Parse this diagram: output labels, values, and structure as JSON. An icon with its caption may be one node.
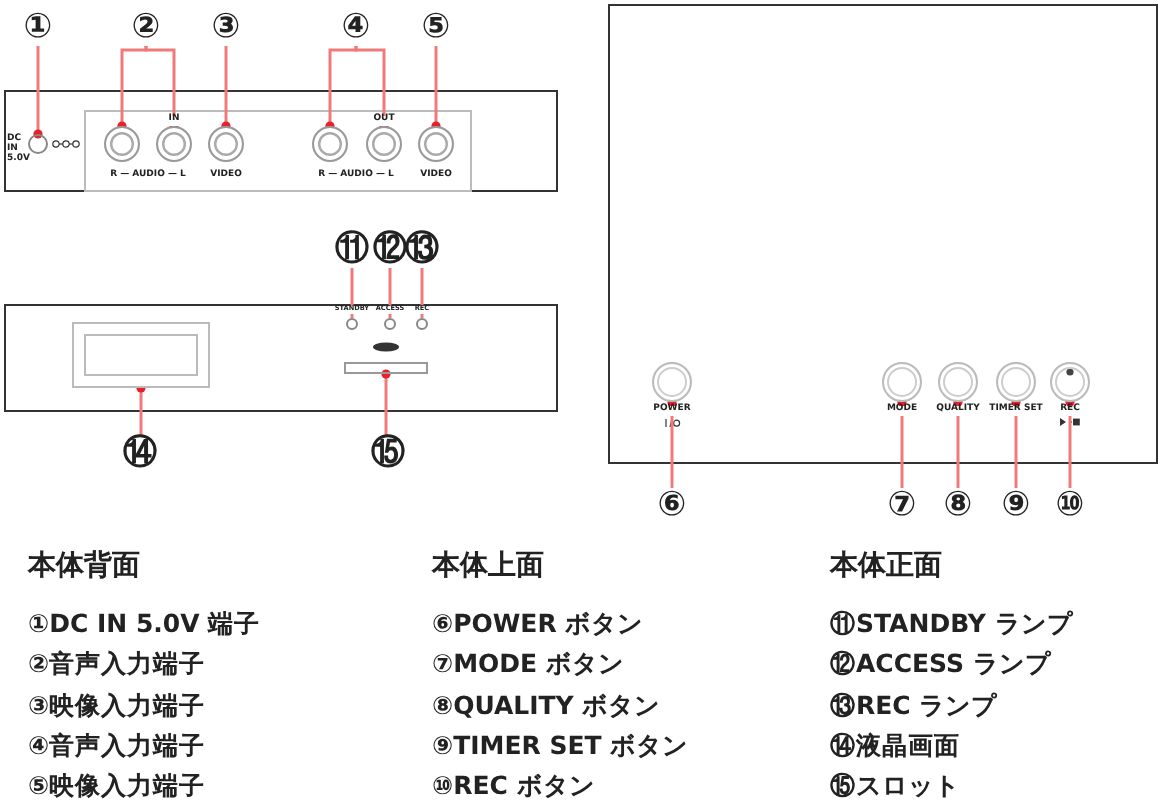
{
  "diagram": {
    "nodes": [
      {
        "text": [
          "①"
        ]
      },
      {
        "text": [
          "②"
        ]
      },
      {
        "text": [
          "③"
        ]
      },
      {
        "text": [
          "④"
        ]
      },
      {
        "text": [
          "⑤"
        ]
      },
      {
        "text": [
          "⑥"
        ]
      },
      {
        "text": [
          "⑦"
        ]
      },
      {
        "text": [
          "⑧"
        ]
      },
      {
        "text": [
          "⑨"
        ]
      },
      {
        "text": [
          "⑩"
        ]
      },
      {
        "text": [
          "⑪"
        ]
      },
      {
        "text": [
          "⑫"
        ]
      },
      {
        "text": [
          "⑬"
        ]
      },
      {
        "text": [
          "⑭"
        ]
      },
      {
        "text": [
          "⑮"
        ]
      },
      {
        "text": [],
        "shape": "circle"
      },
      {
        "text": [],
        "shape": "circle"
      },
      {
        "text": [],
        "shape": "circle"
      },
      {
        "text": [],
        "shape": "circle"
      },
      {
        "text": [],
        "shape": "circle"
      },
      {
        "text": [],
        "shape": "circle"
      },
      {
        "text": [],
        "shape": "circle"
      },
      {
        "text": [],
        "shape": "circle"
      },
      {
        "text": [],
        "shape": "circle"
      },
      {
        "text": [],
        "shape": "circle"
      },
      {
        "text": [],
        "shape": "circle"
      },
      {
        "text": [],
        "shape": "circle"
      },
      {
        "text": [],
        "shape": "circle"
      },
      {
        "text": [],
        "shape": "circle"
      },
      {
        "text": [],
        "shape": "circle"
      },
      {
        "text": [],
        "shape": "box"
      },
      {
        "text": [],
        "shape": "bar"
      }
    ],
    "edges": [
      {
        "from": 0,
        "to": 15,
        "arrow": "other"
      },
      {
        "from": 1,
        "to": 16,
        "arrow": "other"
      },
      {
        "from": 1,
        "to": 17,
        "arrow": "other"
      },
      {
        "from": 2,
        "to": 18,
        "arrow": "other"
      },
      {
        "from": 3,
        "to": 19,
        "arrow": "other"
      },
      {
        "from": 3,
        "to": 20,
        "arrow": "other"
      },
      {
        "from": 4,
        "to": 21,
        "arrow": "other"
      },
      {
        "from": 5,
        "to": 22,
        "arrow": "other"
      },
      {
        "from": 6,
        "to": 23,
        "arrow": "other"
      },
      {
        "from": 7,
        "to": 24,
        "arrow": "other"
      },
      {
        "from": 8,
        "to": 25,
        "arrow": "other"
      },
      {
        "from": 9,
        "to": 26,
        "arrow": "other"
      },
      {
        "from": 10,
        "to": 27,
        "arrow": "none"
      },
      {
        "from": 11,
        "to": 28,
        "arrow": "none"
      },
      {
        "from": 12,
        "to": 29,
        "arrow": "none"
      },
      {
        "from": 13,
        "to": 30,
        "arrow": "other"
      },
      {
        "from": 14,
        "to": 31,
        "arrow": "other"
      }
    ],
    "labels": [
      "DC IN 5.0V",
      "IN",
      "R — AUDIO — L",
      "VIDEO",
      "OUT",
      "R — AUDIO — L",
      "VIDEO",
      "STANDBY",
      "ACCESS",
      "REC",
      "POWER",
      "MODE",
      "QUALITY",
      "TIMER SET",
      "REC",
      "本体背面",
      "①DC IN 5.0V 端子",
      "②音声入力端子",
      "③映像入力端子",
      "④音声入力端子",
      "⑤映像入力端子",
      "本体上面",
      "⑥POWER ボタン",
      "⑦MODE ボタン",
      "⑧QUALITY ボタン",
      "⑨TIMER SET ボタン",
      "⑩REC ボタン",
      "本体正面",
      "⑪STANDBY ランプ",
      "⑫ACCESS ランプ",
      "⑬REC ランプ",
      "⑭液晶画面",
      "⑮スロット"
    ]
  }
}
